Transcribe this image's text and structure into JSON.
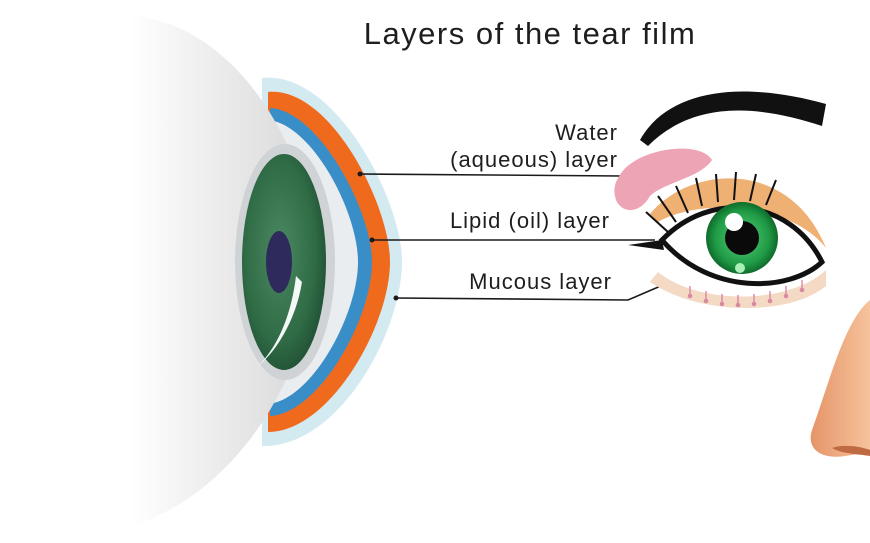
{
  "title": "Layers of the tear film",
  "labels": {
    "water_line1": "Water",
    "water_line2": "(aqueous) layer",
    "lipid": "Lipid (oil) layer",
    "mucous": "Mucous layer"
  },
  "colors": {
    "eyeball_white": "#f1f1f1",
    "iris_green": "#2f6b45",
    "pupil": "#2e2b5c",
    "aqueous_layer": "#f06a1e",
    "lipid_layer": "#3a8ec8",
    "mucous_layer": "#cfe7ee",
    "skin": "#f1b184",
    "eyeshadow": "#efb074",
    "eyebrow": "#111111",
    "lacrimal_gland": "#eda4b5"
  }
}
